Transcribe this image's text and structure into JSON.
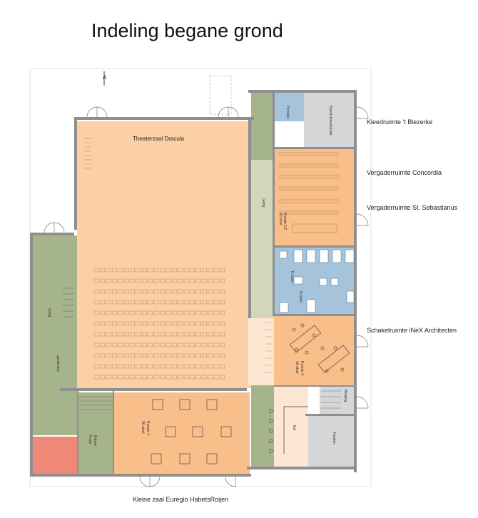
{
  "title": "Indeling begane grond",
  "section_marker": "A",
  "labels": {
    "kleedruimte": "Kleedruimte 't Blezerke",
    "concordia": "Vergaderruimte Concordia",
    "sebastianus": "Vergaderruimte St. Sebastianus",
    "schakelruimte": "Schakelruimte iNeX Architecten",
    "kleine_zaal": "Kleine zaal Euregio HabetsRoijen",
    "theaterzaal": "Theaterzaal Dracula"
  },
  "room_texts": {
    "kleed_kleedruimte": "Kleed-/kleedruimte",
    "pe_toilet": "Pe toilet",
    "gang_right": "Gang",
    "ruimte_12": "Ruimte 1/2",
    "ruimte_12_cap": "40 stoel",
    "toilet_d": "D-toilet",
    "toilet_h": "H-toilet",
    "ruimte_3": "Ruimte 3",
    "ruimte_3_cap": "16 stoel",
    "gang_left": "Gang",
    "garderobe": "garderobe",
    "entree": "Entree",
    "foyer": "Foyer",
    "ruimte_4": "Ruimte 4",
    "ruimte_4_cap": "36 stoel",
    "bar": "Bar",
    "berging": "Berging",
    "keuken": "Keuken"
  },
  "colors": {
    "theater": "#fbd0a5",
    "meeting": "#f8bf8a",
    "sanitary": "#a5c4db",
    "storage": "#d4d6d8",
    "corridor": "#a6b48c",
    "corridor_light": "#d2d7bb",
    "foyer": "#fde6d2",
    "emergency": "#ef8877",
    "wall": "#9a9a9a"
  }
}
